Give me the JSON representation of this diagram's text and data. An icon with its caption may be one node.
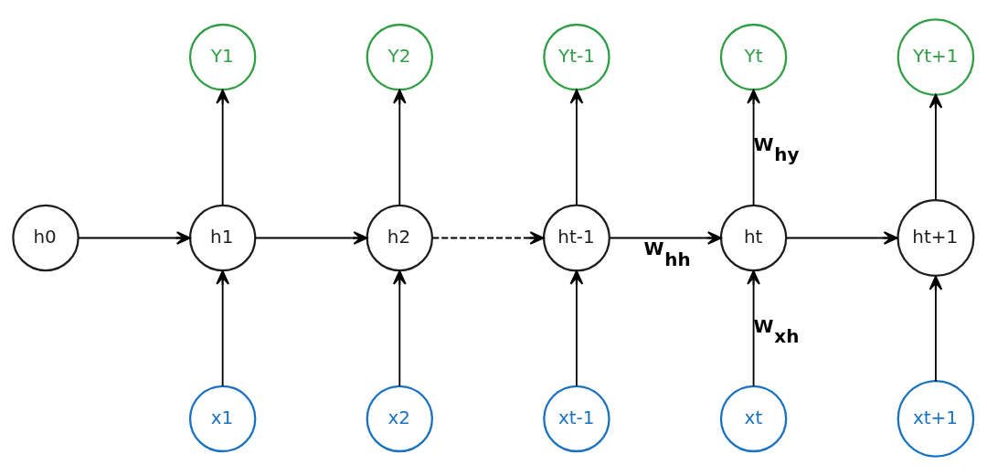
{
  "diagram": {
    "nodes": [
      {
        "text": [
          "Y1"
        ]
      },
      {
        "text": [
          "Y2"
        ]
      },
      {
        "text": [
          "Yt-1"
        ]
      },
      {
        "text": [
          "Yt"
        ]
      },
      {
        "text": [
          "Yt+1"
        ]
      },
      {
        "text": [
          "h0"
        ]
      },
      {
        "text": [
          "h1"
        ]
      },
      {
        "text": [
          "h2"
        ]
      },
      {
        "text": [
          "ht-1"
        ]
      },
      {
        "text": [
          "ht"
        ]
      },
      {
        "text": [
          "ht+1"
        ]
      },
      {
        "text": [
          "x1"
        ]
      },
      {
        "text": [
          "x2"
        ]
      },
      {
        "text": [
          "xt-1"
        ]
      },
      {
        "text": [
          "xt"
        ]
      },
      {
        "text": [
          "xt+1"
        ]
      }
    ],
    "edges": [
      {
        "from": 5,
        "to": 6,
        "arrow": "to"
      },
      {
        "from": 6,
        "to": 7,
        "arrow": "to"
      },
      {
        "from": 7,
        "to": 8,
        "arrow": "to",
        "style": "dashed"
      },
      {
        "from": 8,
        "to": 9,
        "arrow": "to",
        "label": "W$_{hh}$"
      },
      {
        "from": 9,
        "to": 10,
        "arrow": "to"
      },
      {
        "from": 6,
        "to": 0,
        "arrow": "to"
      },
      {
        "from": 7,
        "to": 1,
        "arrow": "to"
      },
      {
        "from": 8,
        "to": 2,
        "arrow": "to"
      },
      {
        "from": 9,
        "to": 3,
        "arrow": "to",
        "label": "W$_{hy}$"
      },
      {
        "from": 10,
        "to": 4,
        "arrow": "to"
      },
      {
        "from": 11,
        "to": 6,
        "arrow": "to"
      },
      {
        "from": 12,
        "to": 7,
        "arrow": "to"
      },
      {
        "from": 13,
        "to": 8,
        "arrow": "to"
      },
      {
        "from": 14,
        "to": 9,
        "arrow": "to",
        "label": "W$_{xh}$"
      },
      {
        "from": 15,
        "to": 10,
        "arrow": "to"
      }
    ]
  }
}
